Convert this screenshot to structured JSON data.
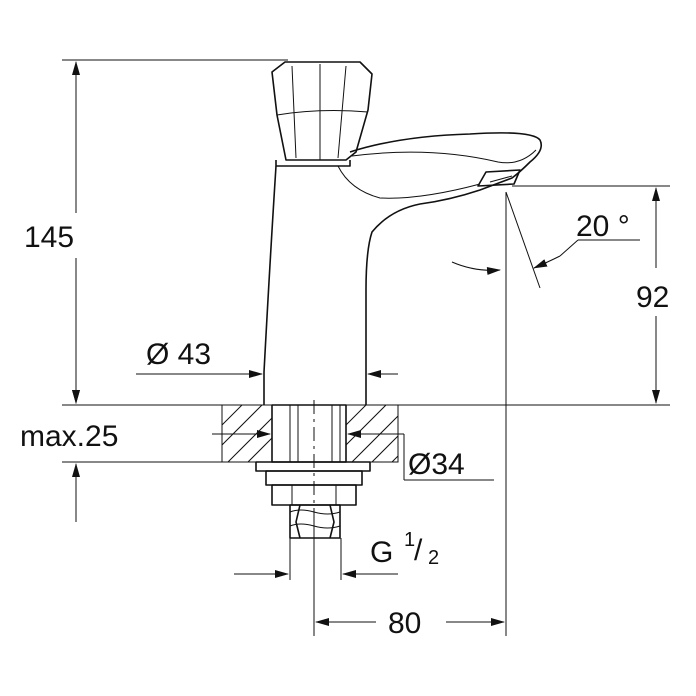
{
  "drawing": {
    "subject": "pillar tap dimension drawing",
    "line_color": "#111111",
    "background": "#ffffff",
    "dimensions": {
      "height_total": "145",
      "spout_height": "92",
      "spout_angle": "20 °",
      "body_diameter": "Ø 43",
      "max_thickness": "max.25",
      "hole_diameter": "Ø34",
      "thread_main": "G",
      "thread_num": "1",
      "thread_slash": "/",
      "thread_den": "2",
      "spout_reach": "80"
    }
  }
}
